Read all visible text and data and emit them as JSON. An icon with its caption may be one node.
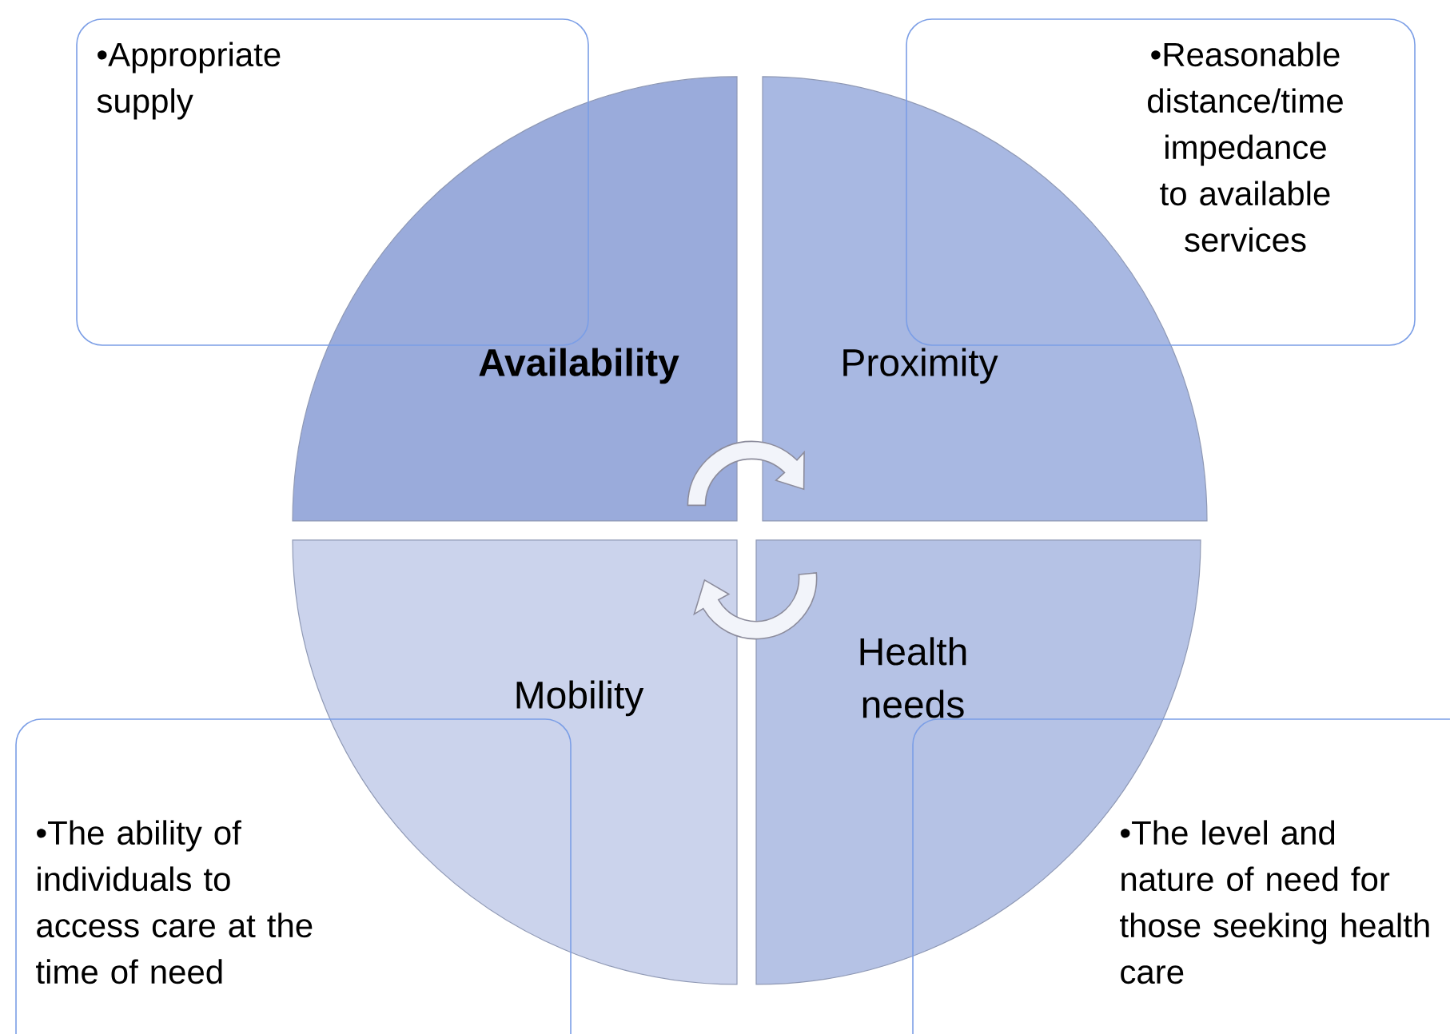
{
  "diagram": {
    "nodes": [
      {
        "text": [
          "•Appropriate supply"
        ]
      },
      {
        "text": [
          "•Reasonable distance/time impedance to available services"
        ]
      },
      {
        "text": [
          "Availability"
        ]
      },
      {
        "text": [
          "Proximity"
        ]
      },
      {
        "text": [
          "Mobility"
        ]
      },
      {
        "text": [
          "Health needs"
        ]
      },
      {
        "text": [
          "•The ability of individuals to access care at the time of need"
        ]
      },
      {
        "text": [
          "•The level and nature of need for those seeking health care"
        ]
      }
    ],
    "edges": [
      {
        "from": 2,
        "to": 3,
        "arrow": "to"
      },
      {
        "from": 5,
        "to": 4,
        "arrow": "to"
      }
    ]
  }
}
